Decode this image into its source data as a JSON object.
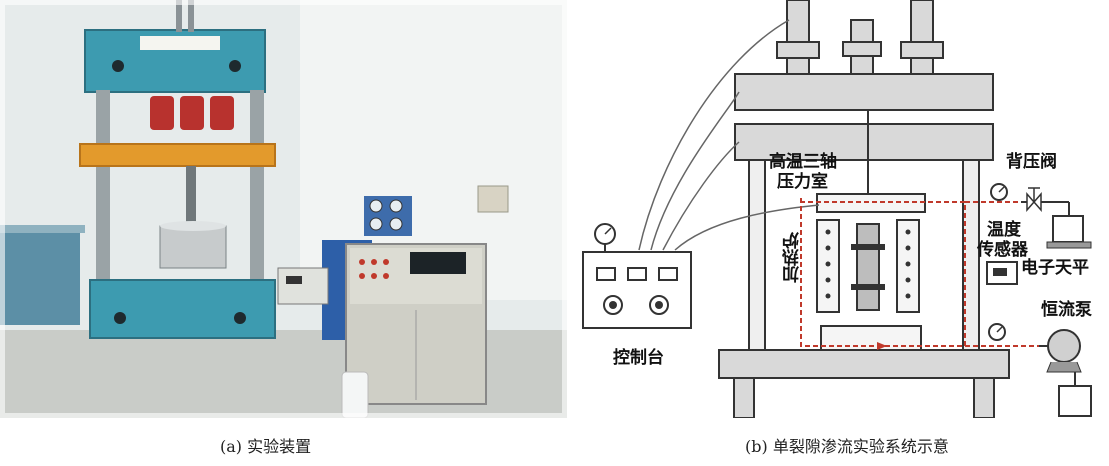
{
  "captions": {
    "a": "(a) 实验装置",
    "b": "(b) 单裂隙渗流实验系统示意"
  },
  "schematic_labels": {
    "chamber_line1": "高温三轴",
    "chamber_line2": "压力室",
    "back_pressure_valve": "背压阀",
    "temp_line1": "温度",
    "temp_line2": "传感器",
    "balance": "电子天平",
    "furnace": "加热炉",
    "pump": "恒流泵",
    "console": "控制台"
  },
  "colors": {
    "machine_blue": "#3d9bb0",
    "beam_orange": "#e39a2c",
    "cylinder_red": "#b8322e",
    "flow_line_red": "#c0392b"
  }
}
